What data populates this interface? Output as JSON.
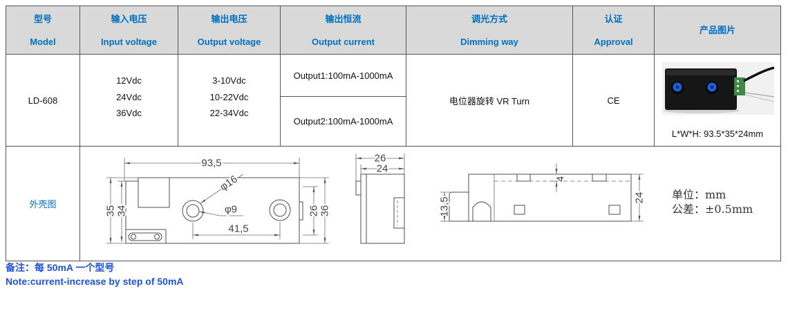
{
  "colors": {
    "header_text": "#0070c0",
    "header_bg": "#d9d9d9",
    "note_text": "#1c53d6",
    "knob": "#1e5fd8"
  },
  "table": {
    "headers": {
      "model": {
        "cn": "型号",
        "en": "Model"
      },
      "input_voltage": {
        "cn": "输入电压",
        "en": "Input voltage"
      },
      "output_voltage": {
        "cn": "输出电压",
        "en": "Output voltage"
      },
      "output_current": {
        "cn": "输出恒流",
        "en": "Output current"
      },
      "dimming": {
        "cn": "调光方式",
        "en": "Dimming way"
      },
      "approval": {
        "cn": "认证",
        "en": "Approval"
      },
      "picture": {
        "cn": "产品图片"
      }
    },
    "row": {
      "model": "LD-608",
      "input_voltage": [
        "12Vdc",
        "24Vdc",
        "36Vdc"
      ],
      "output_voltage": [
        "3-10Vdc",
        "10-22Vdc",
        "22-34Vdc"
      ],
      "output_current": [
        "Output1:100mA-1000mA",
        "Output2:100mA-1000mA"
      ],
      "dimming": "电位器旋转 VR Turn",
      "approval": "CE",
      "picture_caption": "L*W*H: 93.5*35*24mm"
    },
    "outline_label": "外壳图"
  },
  "drawing": {
    "top_view": {
      "length": "93,5",
      "width_outer": "35",
      "width_inner": "34",
      "hole_outer_diameter": "φ16",
      "hole_inner_diameter": "φ9",
      "hole_spacing": "41,5",
      "side_inner": "26",
      "side_outer": "36"
    },
    "side_view": {
      "depth_outer": "26",
      "depth_inner": "24"
    },
    "front_view": {
      "offset": "4",
      "step_height": "13,5",
      "height": "24"
    },
    "unit": "单位：mm",
    "tolerance": "公差：±0.5mm"
  },
  "notes": {
    "cn": "备注：每 50mA 一个型号",
    "en": "Note:current-increase by step of 50mA"
  }
}
